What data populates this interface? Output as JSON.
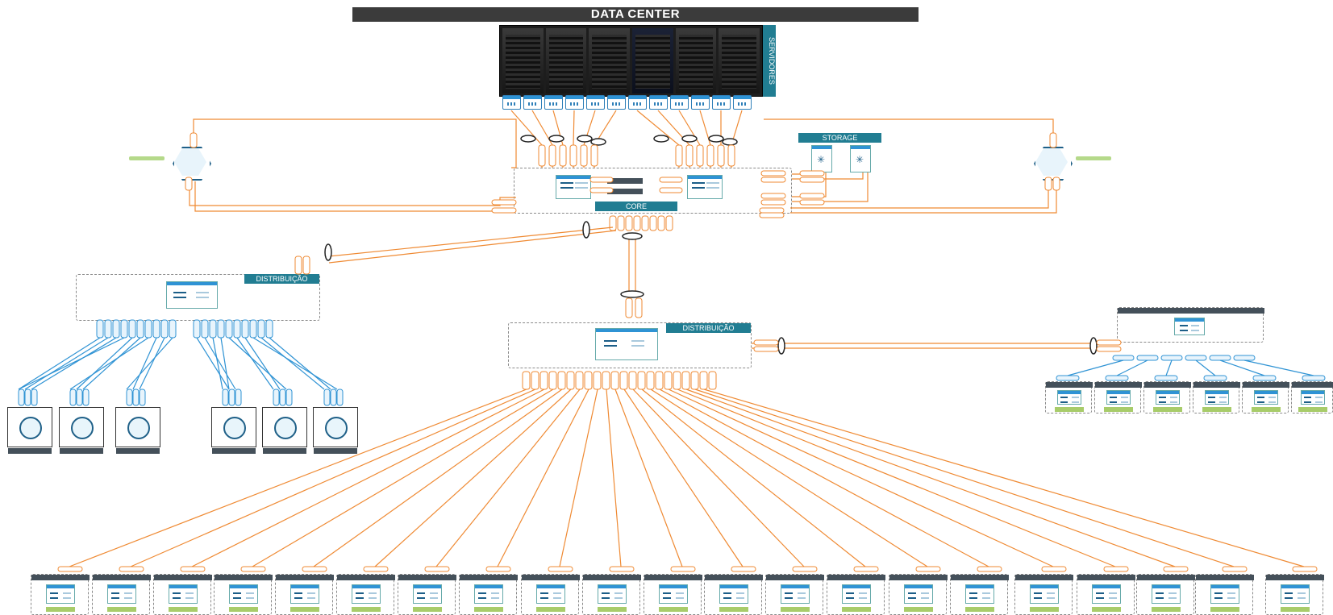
{
  "title": "DATA CENTER",
  "servers_label": "SERVIDORES",
  "storage_label": "STORAGE",
  "core_label": "CORE",
  "distribution_label_left": "DISTRIBUIÇÃO",
  "distribution_label_center": "DISTRIBUIÇÃO",
  "colors": {
    "orange": "#ef8a33",
    "blue": "#2f93d4",
    "teal": "#217d92",
    "dark": "#3b3b3b",
    "green": "#a8cc6a"
  },
  "icons": [
    "router-icon",
    "switch-icon",
    "firewall-icon",
    "storage-icon",
    "layer3-switch-icon"
  ]
}
